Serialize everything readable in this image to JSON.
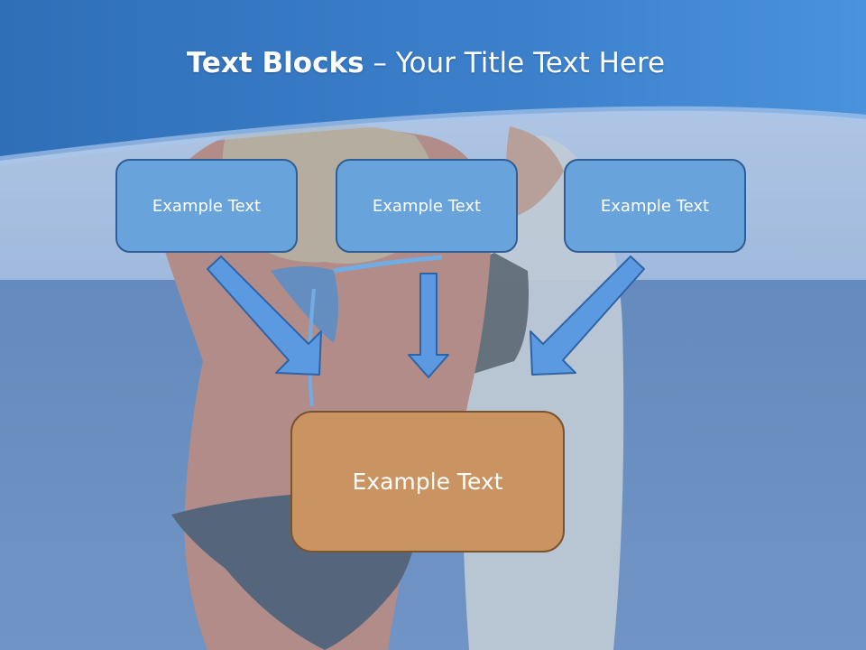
{
  "slide": {
    "title_bold": "Text Blocks",
    "title_dash": " – ",
    "title_rest": "Your Title Text Here"
  },
  "blocks": {
    "top": [
      {
        "label": "Example Text"
      },
      {
        "label": "Example Text"
      },
      {
        "label": "Example Text"
      }
    ],
    "bottom": {
      "label": "Example Text"
    }
  },
  "colors": {
    "header_blue": "#3c7fc8",
    "box_blue": "#69a3dc",
    "box_border": "#2f5d95",
    "bottom_box": "#c99461",
    "bottom_border": "#7a5430",
    "arrow_fill": "#5b9ae0",
    "arrow_stroke": "#2f63a6"
  }
}
